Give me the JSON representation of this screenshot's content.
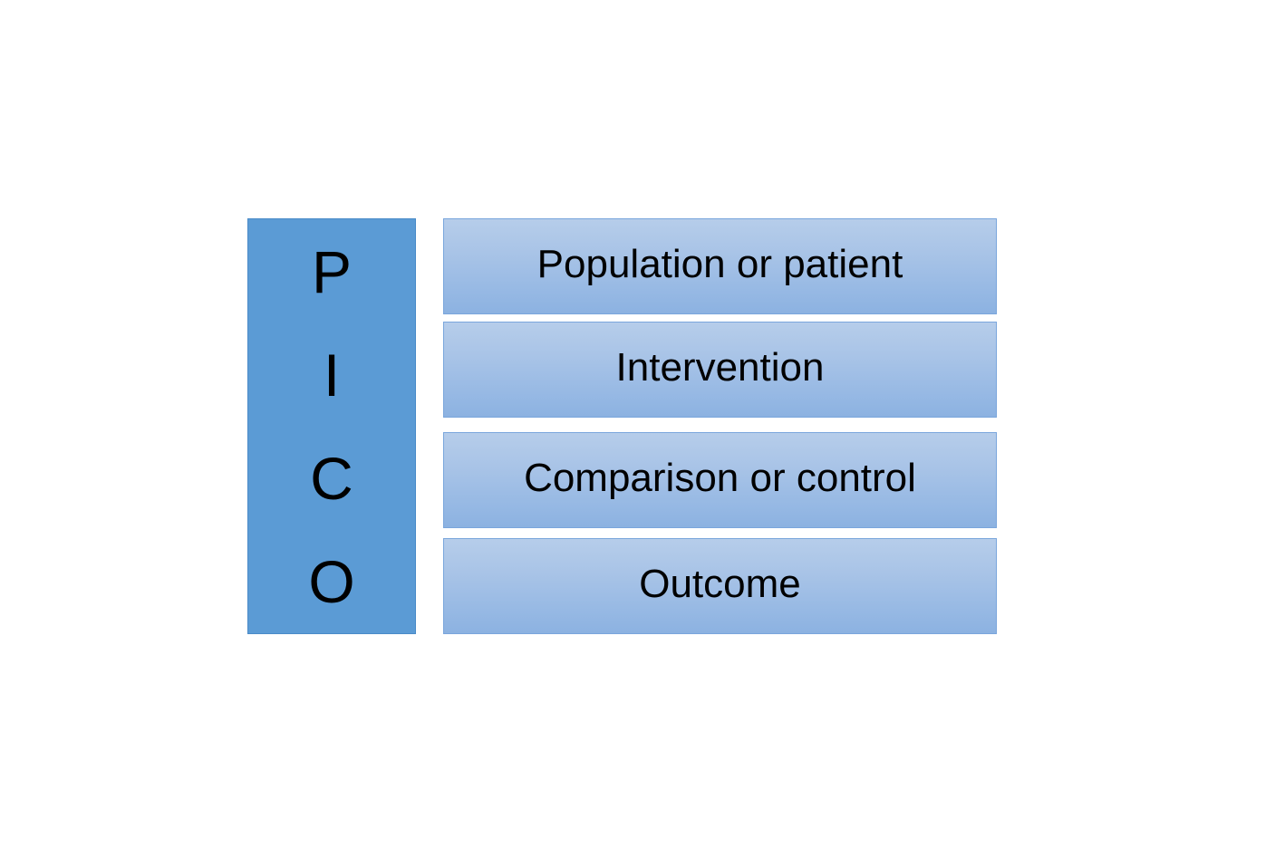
{
  "diagram": {
    "type": "pico-framework",
    "acronym_panel": {
      "background_color": "#5B9BD5",
      "letters": [
        {
          "letter": "P"
        },
        {
          "letter": "I"
        },
        {
          "letter": "C"
        },
        {
          "letter": "O"
        }
      ]
    },
    "bars": {
      "gradient_top_color": "#B6CDEA",
      "gradient_bottom_color": "#8CB2E1",
      "border_color": "#7AA6DC",
      "items": [
        {
          "label": "Population or patient"
        },
        {
          "label": "Intervention"
        },
        {
          "label": "Comparison or control"
        },
        {
          "label": "Outcome"
        }
      ]
    }
  }
}
